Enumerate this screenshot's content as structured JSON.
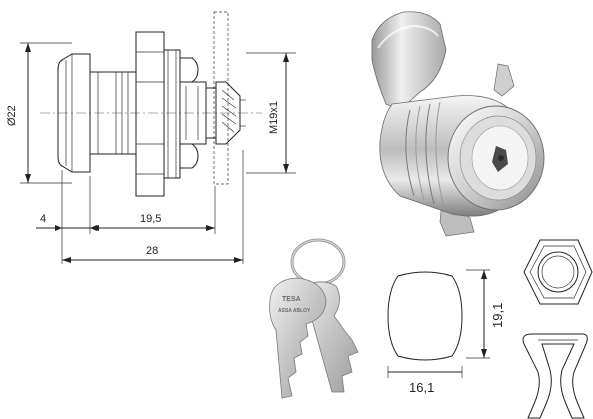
{
  "dimensions": {
    "diameter": "Ø22",
    "thread": "M19x1",
    "offset": "4",
    "body_length": "19,5",
    "total_length": "28",
    "cutout_width": "16,1",
    "cutout_height": "19,1"
  },
  "key": {
    "brand": "TESA",
    "sub_brand": "ASSA ABLOY"
  },
  "colors": {
    "line": "#222222",
    "metal_light": "#e8e8e8",
    "metal_dark": "#8a8a8a",
    "brass": "#c9b77a"
  }
}
